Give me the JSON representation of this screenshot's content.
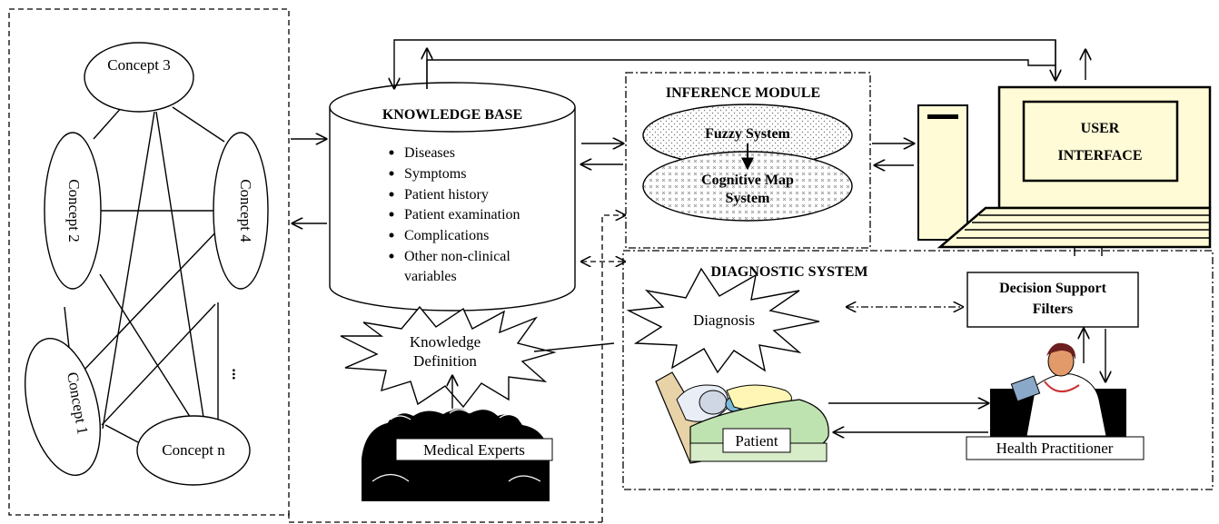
{
  "fcm": {
    "concept3": "Concept 3",
    "concept2": "Concept 2",
    "concept4": "Concept 4",
    "concept1": "Concept 1",
    "conceptn": "Concept n",
    "ellipsis": "..."
  },
  "knowledge_base": {
    "title": "KNOWLEDGE BASE",
    "items": [
      "Diseases",
      "Symptoms",
      "Patient history",
      "Patient examination",
      "Complications",
      "Other non-clinical",
      "variables"
    ]
  },
  "knowledge_definition": {
    "line1": "Knowledge",
    "line2": "Definition"
  },
  "medical_experts": "Medical Experts",
  "inference": {
    "title": "INFERENCE MODULE",
    "fuzzy": "Fuzzy System",
    "cog1": "Cognitive Map",
    "cog2": "System"
  },
  "user_interface": {
    "line1": "USER",
    "line2": "INTERFACE"
  },
  "diagnostic": {
    "title": "DIAGNOSTIC SYSTEM",
    "diagnosis": "Diagnosis",
    "dsf1": "Decision Support",
    "dsf2": "Filters",
    "patient": "Patient",
    "practitioner": "Health Practitioner"
  },
  "colors": {
    "computer_fill": "#fffbd6",
    "experts_black": "#000000",
    "bed_green": "#bfe3b0",
    "patient_skin": "#f4d9b3"
  }
}
